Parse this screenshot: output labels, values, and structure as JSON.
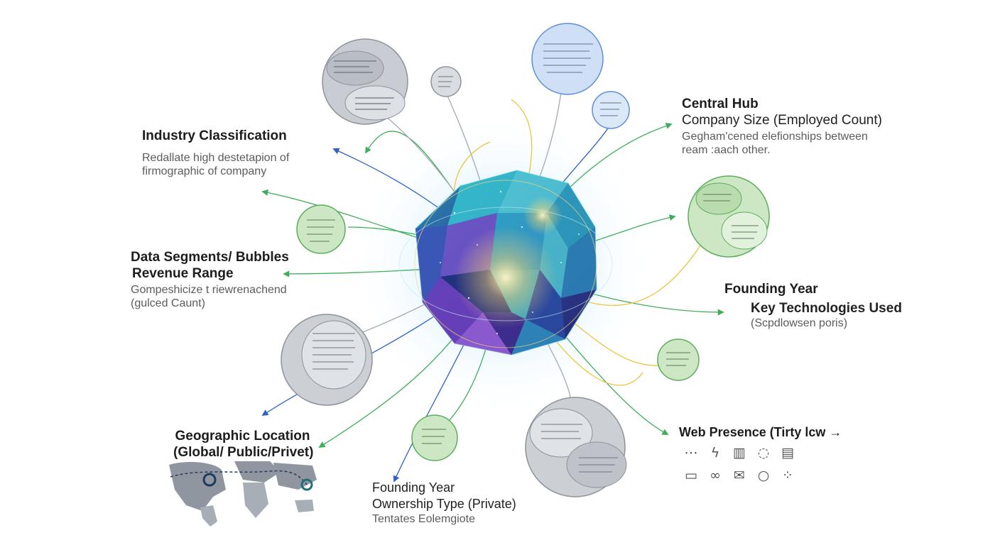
{
  "labels": {
    "industry": {
      "title": "Industry Classification",
      "desc1": "Redallate high destetapion of",
      "desc2": "firmographic of company"
    },
    "hub": {
      "title": "Central Hub",
      "subtitle": "Company Size (Employed Count)",
      "desc1": "Gegham'cened elefionships between",
      "desc2": "ream :aach other."
    },
    "segments": {
      "title": "Data Segments/ Bubbles",
      "subtitle": "Revenue Range",
      "desc1": "Gompeshicize t riewrenachend",
      "desc2": "(gulced Caunt)"
    },
    "founding_right": {
      "title": "Founding Year",
      "subtitle": "Key Technologies Used",
      "desc": "(Scpdlowsen poris)"
    },
    "geo": {
      "title": "Geographic Location",
      "subtitle": "(Global/ Public/Privet)"
    },
    "web": {
      "title": "Web Presence (Tirty lcw →"
    },
    "founding_bottom": {
      "title": "Founding Year",
      "subtitle": "Ownership Type (Private)",
      "desc": "Tentates Eolemgiote"
    }
  },
  "web_icons": [
    "share-nodes-icon",
    "lightning-icon",
    "bar-chart-icon",
    "dotted-ring-icon",
    "sheet-icon",
    "browser-window-icon",
    "link-icon",
    "envelope-icon",
    "circle-icon",
    "dots-cluster-icon"
  ],
  "colors": {
    "blue": "#2f62c4",
    "green": "#3fae5a",
    "yellow": "#e8c640",
    "gray_bubble": "#c9cdd3",
    "blue_bubble": "#cfe0f6",
    "green_bubble": "#cde7c5",
    "gem_teal": "#31c6d0",
    "gem_purple": "#6d49c2"
  }
}
